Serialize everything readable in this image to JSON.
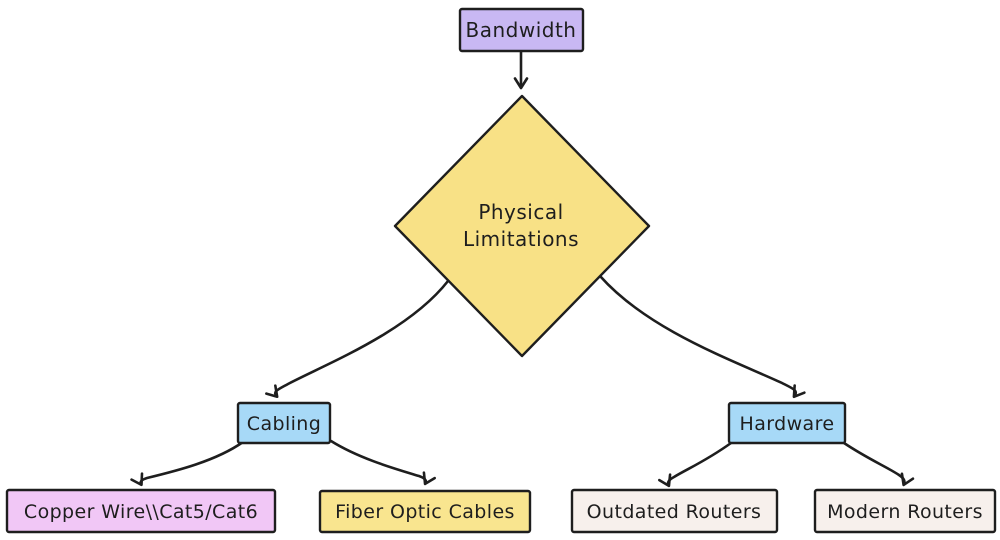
{
  "diagram": {
    "type": "flowchart",
    "background_color": "#ffffff",
    "stroke_color": "#1e1e1e",
    "nodes": {
      "bandwidth": {
        "label": "Bandwidth",
        "shape": "rectangle",
        "fill": "#c9b8f3"
      },
      "physical_limitations": {
        "label": "Physical Limitations",
        "line1": "Physical",
        "line2": "Limitations",
        "shape": "diamond",
        "fill": "#f8e186"
      },
      "cabling": {
        "label": "Cabling",
        "shape": "rectangle",
        "fill": "#a7d9f7"
      },
      "hardware": {
        "label": "Hardware",
        "shape": "rectangle",
        "fill": "#a7d9f7"
      },
      "copper_wire": {
        "label": "Copper Wire\\\\Cat5/Cat6",
        "shape": "rectangle",
        "fill": "#f1c7f6"
      },
      "fiber_optic": {
        "label": "Fiber Optic Cables",
        "shape": "rectangle",
        "fill": "#f9e58f"
      },
      "outdated_routers": {
        "label": "Outdated Routers",
        "shape": "rectangle",
        "fill": "#f7f0ec"
      },
      "modern_routers": {
        "label": "Modern Routers",
        "shape": "rectangle",
        "fill": "#f7f0ec"
      }
    },
    "edges": [
      {
        "from": "bandwidth",
        "to": "physical_limitations"
      },
      {
        "from": "physical_limitations",
        "to": "cabling"
      },
      {
        "from": "physical_limitations",
        "to": "hardware"
      },
      {
        "from": "cabling",
        "to": "copper_wire"
      },
      {
        "from": "cabling",
        "to": "fiber_optic"
      },
      {
        "from": "hardware",
        "to": "outdated_routers"
      },
      {
        "from": "hardware",
        "to": "modern_routers"
      }
    ]
  }
}
